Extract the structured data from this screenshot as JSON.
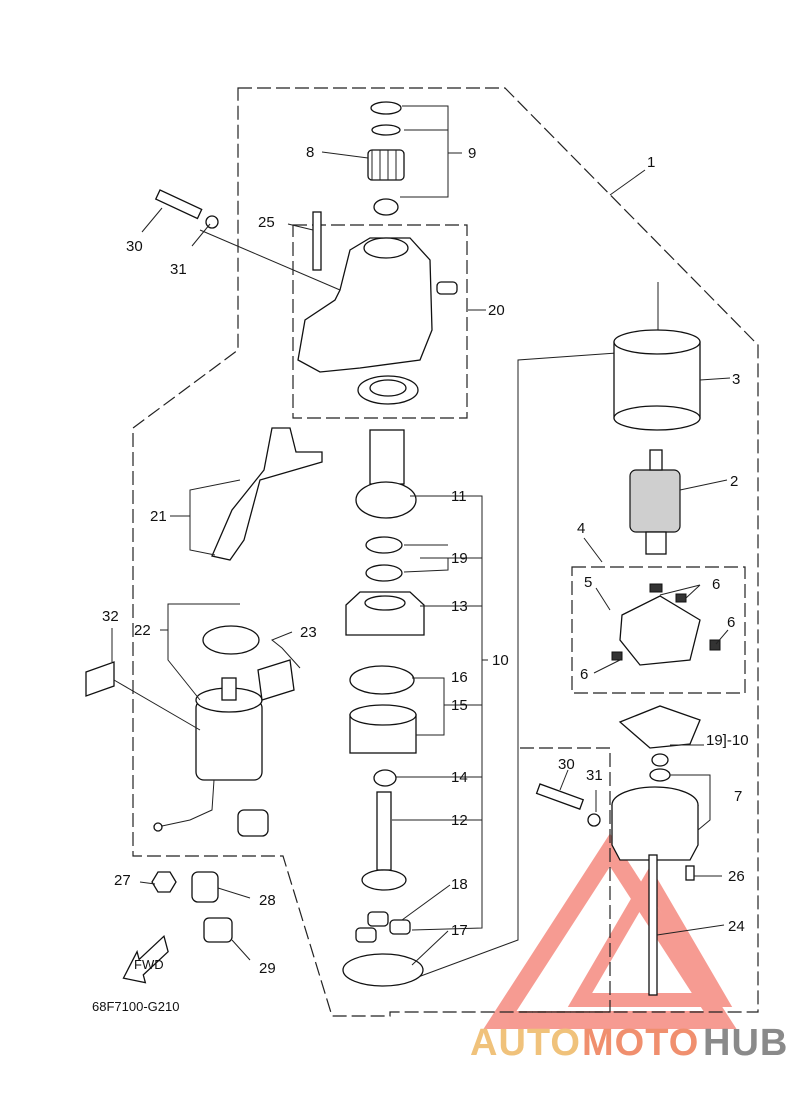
{
  "diagram": {
    "callouts": {
      "c1": "1",
      "c2": "2",
      "c3": "3",
      "c4": "4",
      "c5": "5",
      "c6a": "6",
      "c6b": "6",
      "c6c": "6",
      "c7": "7",
      "c8": "8",
      "c9": "9",
      "c10": "10",
      "c10b": "19]-10",
      "c11": "11",
      "c12": "12",
      "c13": "13",
      "c14": "14",
      "c15": "15",
      "c16": "16",
      "c17": "17",
      "c18": "18",
      "c19": "19",
      "c20": "20",
      "c21": "21",
      "c22": "22",
      "c23": "23",
      "c24": "24",
      "c25": "25",
      "c26": "26",
      "c27": "27",
      "c28": "28",
      "c29": "29",
      "c30a": "30",
      "c30b": "30",
      "c31a": "31",
      "c31b": "31",
      "c32": "32"
    },
    "fwd_label": "FWD",
    "diagram_code": "68F7100-G210"
  },
  "watermark": {
    "part1": "AUTO",
    "part2": "MOTO",
    "part3": "HUB",
    "color_primary": "#f2a37f",
    "color_secondary": "#e9bf6a",
    "color_dark": "#7a7a7a"
  }
}
